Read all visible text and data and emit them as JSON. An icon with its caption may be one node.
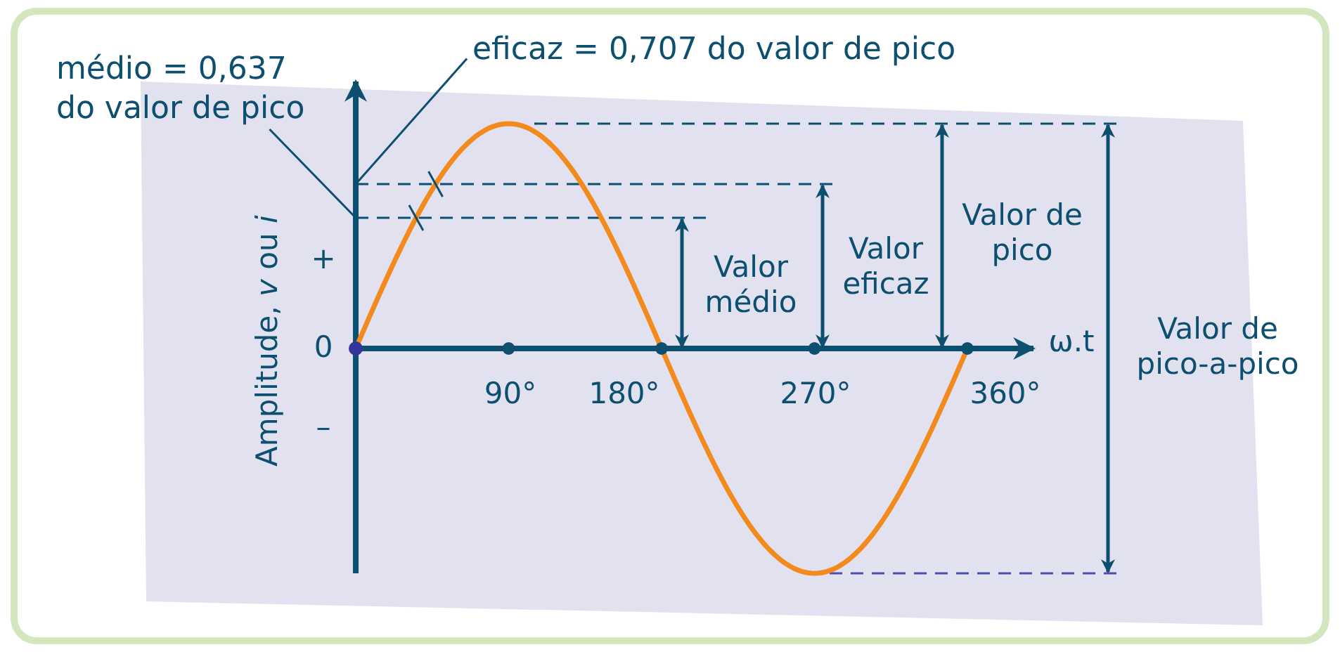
{
  "diagram": {
    "nodes": [
      {
        "text": [
          "médio = 0,637 do valor de pico"
        ]
      },
      {
        "text": [
          "eficaz = 0,707 do valor de pico"
        ]
      }
    ],
    "edges": [
      {
        "from": 0,
        "to": null,
        "arrow": "none"
      },
      {
        "from": 1,
        "to": null,
        "arrow": "none"
      }
    ],
    "labels": [
      "Amplitude, *v* ou *i*",
      "+",
      "0",
      "–",
      "90°",
      "180°",
      "270°",
      "360°",
      "ω.t",
      "Valor médio",
      "Valor eficaz",
      "Valor de pico",
      "Valor de pico-a-pico"
    ]
  }
}
